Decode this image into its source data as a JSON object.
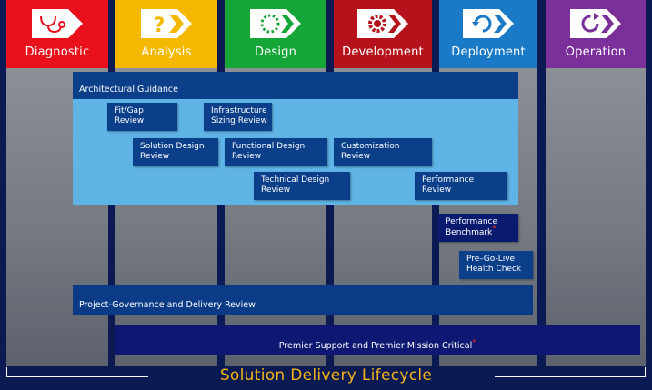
{
  "phases": [
    {
      "label": "Diagnostic",
      "color": "#e8111b",
      "icon": "stethoscope-icon"
    },
    {
      "label": "Analysis",
      "color": "#f5b800",
      "icon": "question-icon"
    },
    {
      "label": "Design",
      "color": "#16a638",
      "icon": "dotted-circle-icon"
    },
    {
      "label": "Development",
      "color": "#b5121b",
      "icon": "gear-icon"
    },
    {
      "label": "Deployment",
      "color": "#1a7ac7",
      "icon": "cycle-arrows-icon"
    },
    {
      "label": "Operation",
      "color": "#7a2f9a",
      "icon": "circular-arrow-icon"
    }
  ],
  "bands": {
    "guidance": "Architectural Guidance",
    "governance": "Project-Governance and Delivery Review",
    "support": "Premier Support and Premier Mission Critical"
  },
  "boxes": {
    "fit_gap": [
      "Fit/Gap",
      "Review"
    ],
    "infra_sizing": [
      "Infrastructure",
      "Sizing Review"
    ],
    "solution_design": [
      "Solution Design",
      "Review"
    ],
    "functional_design": [
      "Functional Design",
      "Review"
    ],
    "customization": [
      "Customization",
      "Review"
    ],
    "technical_design": [
      "Technical Design",
      "Review"
    ],
    "performance_review": [
      "Performance",
      "Review"
    ],
    "performance_benchmark": [
      "Performance",
      "Benchmark"
    ],
    "health_check": [
      "Pre–Go-Live",
      "Health Check"
    ]
  },
  "footer": {
    "title": "Solution Delivery Lifecycle"
  },
  "colors": {
    "background": "#0b1a52",
    "box": "#0c3f8a",
    "guidance_body": "#5fb4e6",
    "footer_title": "#f2b418",
    "star": "#ff2a2a"
  }
}
